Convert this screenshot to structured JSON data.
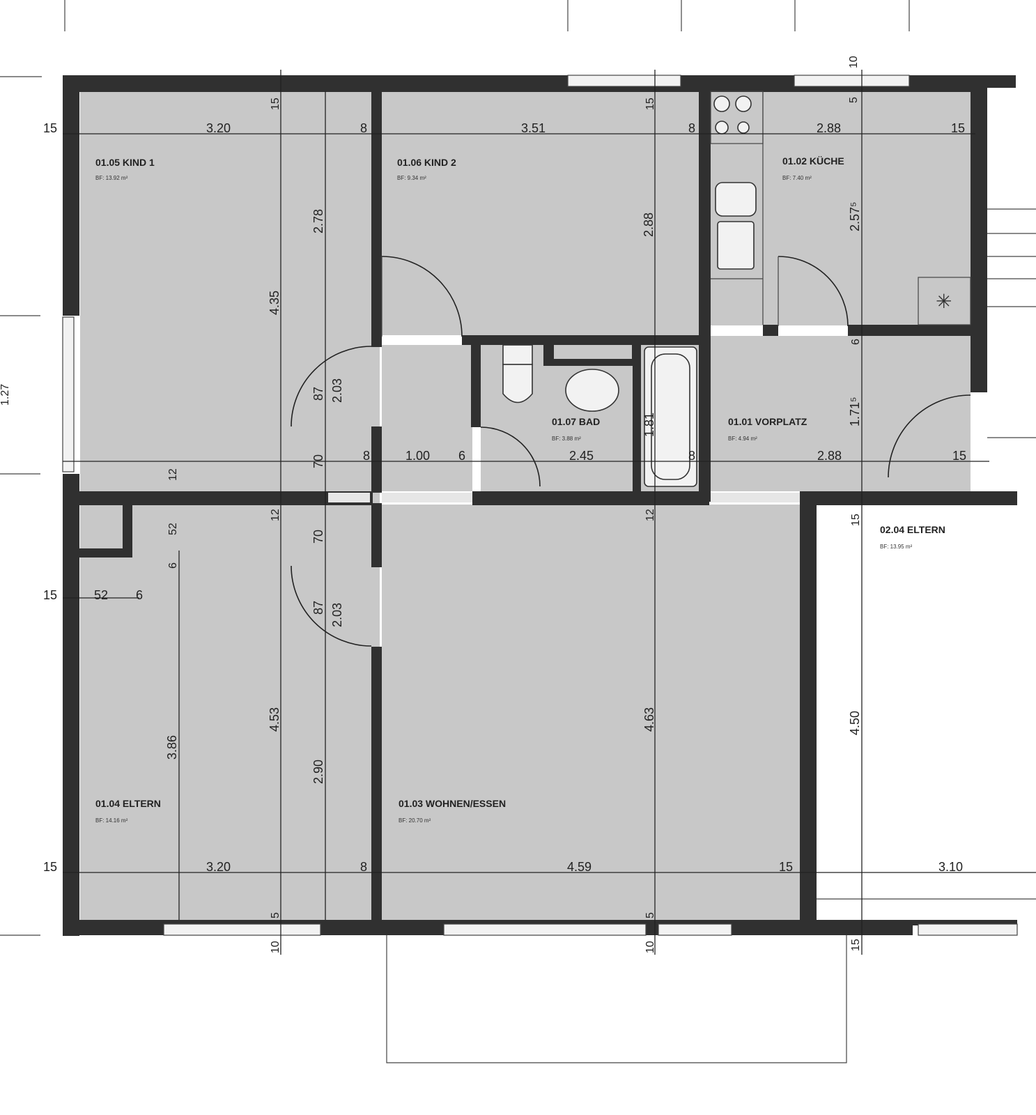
{
  "rooms": {
    "kind1": {
      "name": "01.05 KIND 1",
      "area": "BF: 13.92 m²"
    },
    "kind2": {
      "name": "01.06 KIND 2",
      "area": "BF: 9.34 m²"
    },
    "kueche": {
      "name": "01.02 KÜCHE",
      "area": "BF: 7.40 m²"
    },
    "bad": {
      "name": "01.07 BAD",
      "area": "BF: 3.88 m²"
    },
    "vorplatz": {
      "name": "01.01  VORPLATZ",
      "area": "BF: 4.94 m²"
    },
    "eltern": {
      "name": "01.04 ELTERN",
      "area": "BF: 14.16 m²"
    },
    "wohnen": {
      "name": "01.03 WOHNEN/ESSEN",
      "area": "BF: 20.70 m²"
    },
    "eltern2": {
      "name": "02.04 ELTERN",
      "area": "BF: 13.95 m²"
    }
  },
  "dims": {
    "top_15_left": "15",
    "kind1_w": "3.20",
    "top_8_a": "8",
    "kind2_w": "3.51",
    "top_8_b": "8",
    "kueche_w": "2.88",
    "top_15_right": "15",
    "wall_15_kind1": "15",
    "wall_15_kind2": "15",
    "kueche_top_10": "10",
    "kueche_top_5": "5",
    "kind1_h": "4.35",
    "corr_h_278": "2.78",
    "kind2_h": "2.88",
    "kueche_h": "2.57⁵",
    "door_87_a": "87",
    "door_203_a": "2.03",
    "corr_70_a": "70",
    "corr_8_a": "8",
    "bad_100": "1.00",
    "bad_6": "6",
    "bad_245": "2.45",
    "bad_8": "8",
    "bad_181": "1.81",
    "vorplatz_288": "2.88",
    "vorplatz_171": "1.71⁵",
    "vorplatz_6": "6",
    "vorplatz_15": "15",
    "wall_12_a": "12",
    "wall_12_b": "12",
    "wall_12_c": "12",
    "corr_70_b": "70",
    "sch_52_a": "52",
    "sch_6_a": "6",
    "left_15_mid": "15",
    "sch_52_b": "52",
    "sch_6_b": "6",
    "door_87_b": "87",
    "door_203_b": "2.03",
    "eltern_h": "3.86",
    "eltern_h2": "4.53",
    "corr_290": "2.90",
    "wohnen_h": "4.63",
    "e2_15_top": "15",
    "e2_h": "4.50",
    "bot_15_left": "15",
    "eltern_w": "3.20",
    "bot_8": "8",
    "wohnen_w": "4.59",
    "bot_15_mid": "15",
    "e2_w": "3.10",
    "bot_5_a": "5",
    "bot_5_b": "5",
    "bot_10_a": "10",
    "bot_10_b": "10",
    "bot_15_right": "15",
    "left_edge": "1.27"
  }
}
